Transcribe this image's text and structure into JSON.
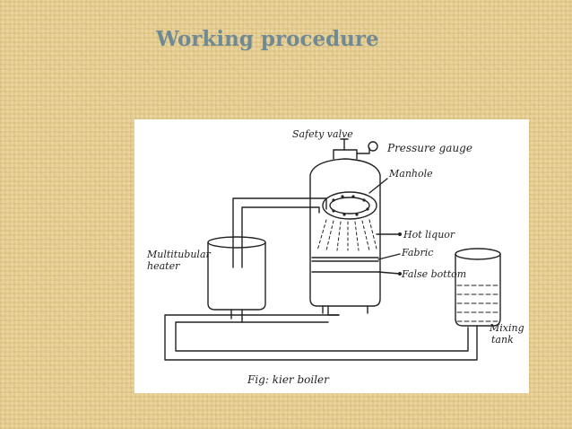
{
  "slide": {
    "title": "Working procedure"
  },
  "diagram": {
    "labels": {
      "safety_valve": "Safety valve",
      "pressure_gauge": "Pressure gauge",
      "manhole": "Manhole",
      "hot_liquor": "Hot liquor",
      "fabric": "Fabric",
      "false_bottom": "False bottom",
      "heater_line1": "Multitubular",
      "heater_line2": "heater",
      "tank_line1": "Mixing",
      "tank_line2": "tank",
      "caption": "Fig:  kier boiler"
    },
    "colors": {
      "background": "#e6cf94",
      "title": "#6f8a95",
      "ink": "#222222",
      "figure_bg": "#ffffff"
    }
  }
}
